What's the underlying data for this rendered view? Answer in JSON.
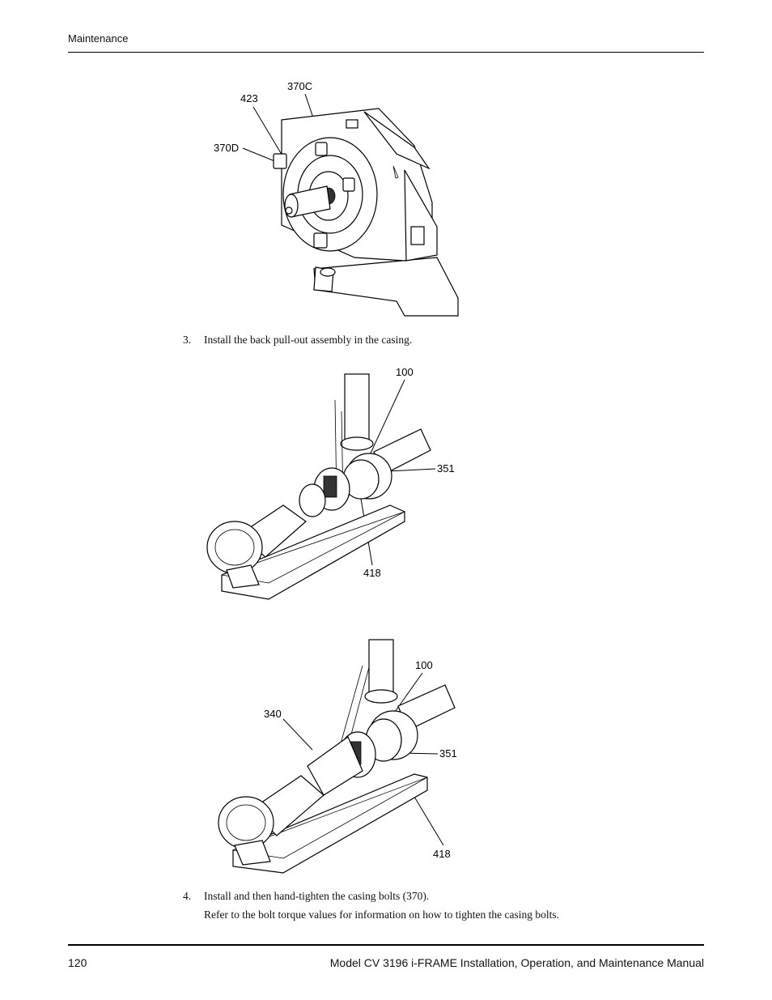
{
  "header": {
    "section": "Maintenance"
  },
  "figures": [
    {
      "callouts": [
        "370C",
        "423",
        "370D"
      ]
    },
    {
      "callouts": [
        "100",
        "351",
        "418"
      ]
    },
    {
      "callouts": [
        "100",
        "340",
        "351",
        "418"
      ]
    }
  ],
  "steps": [
    {
      "number": "3.",
      "text": "Install the back pull-out assembly in the casing."
    },
    {
      "number": "4.",
      "text": "Install and then hand-tighten the casing bolts (370).",
      "note": "Refer to the bolt torque values for information on how to tighten the casing bolts."
    }
  ],
  "footer": {
    "page_number": "120",
    "manual_title": "Model CV 3196 i-FRAME Installation, Operation, and Maintenance Manual"
  }
}
